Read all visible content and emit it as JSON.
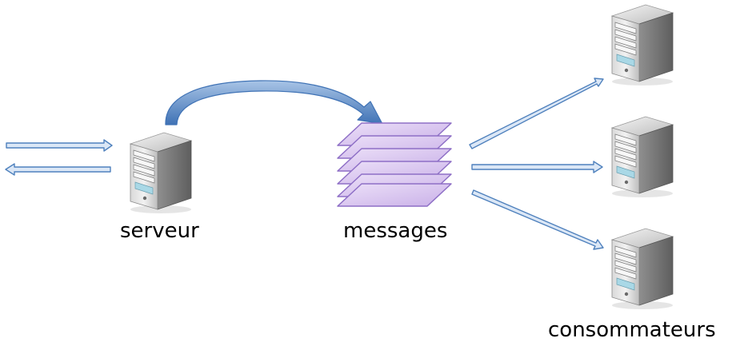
{
  "labels": {
    "server": "serveur",
    "messages": "messages",
    "consumers": "consommateurs"
  },
  "icons": {
    "server": "server-icon",
    "consumer": "server-icon",
    "message": "message-layer-icon"
  },
  "colors": {
    "arrow_fill": "#dbe7f6",
    "arrow_stroke": "#4f81bd",
    "curved_arrow_fill": "#5b8cc7",
    "message_fill": "#d7c3ef",
    "message_stroke": "#8e6fc6",
    "server_body": "#9a9a9a"
  }
}
